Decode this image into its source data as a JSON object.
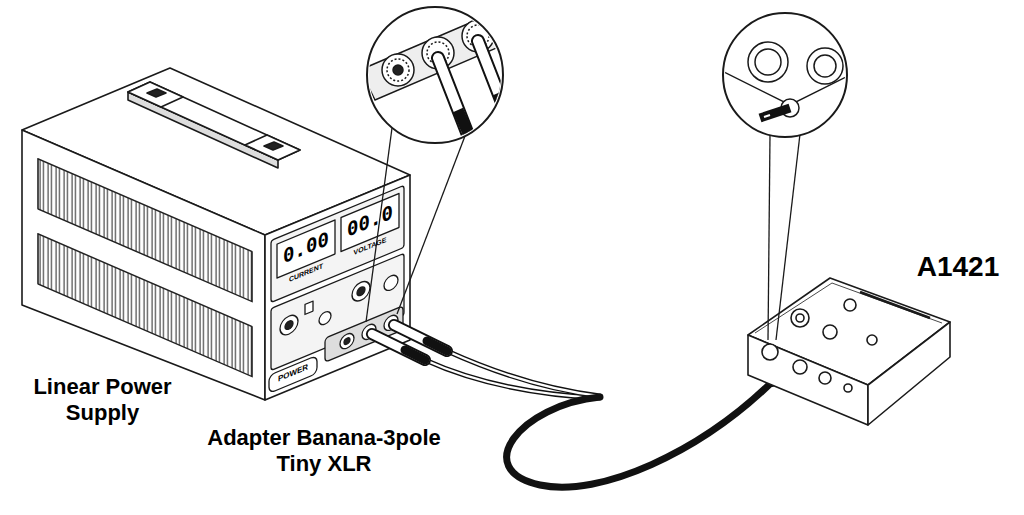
{
  "diagram": {
    "labels": [
      "Linear Power Supply",
      "Adapter Banana-3pole Tiny XLR",
      "A1421",
      "0.00",
      "00.0",
      "CURRENT",
      "VOLTAGE",
      "POWER"
    ]
  }
}
